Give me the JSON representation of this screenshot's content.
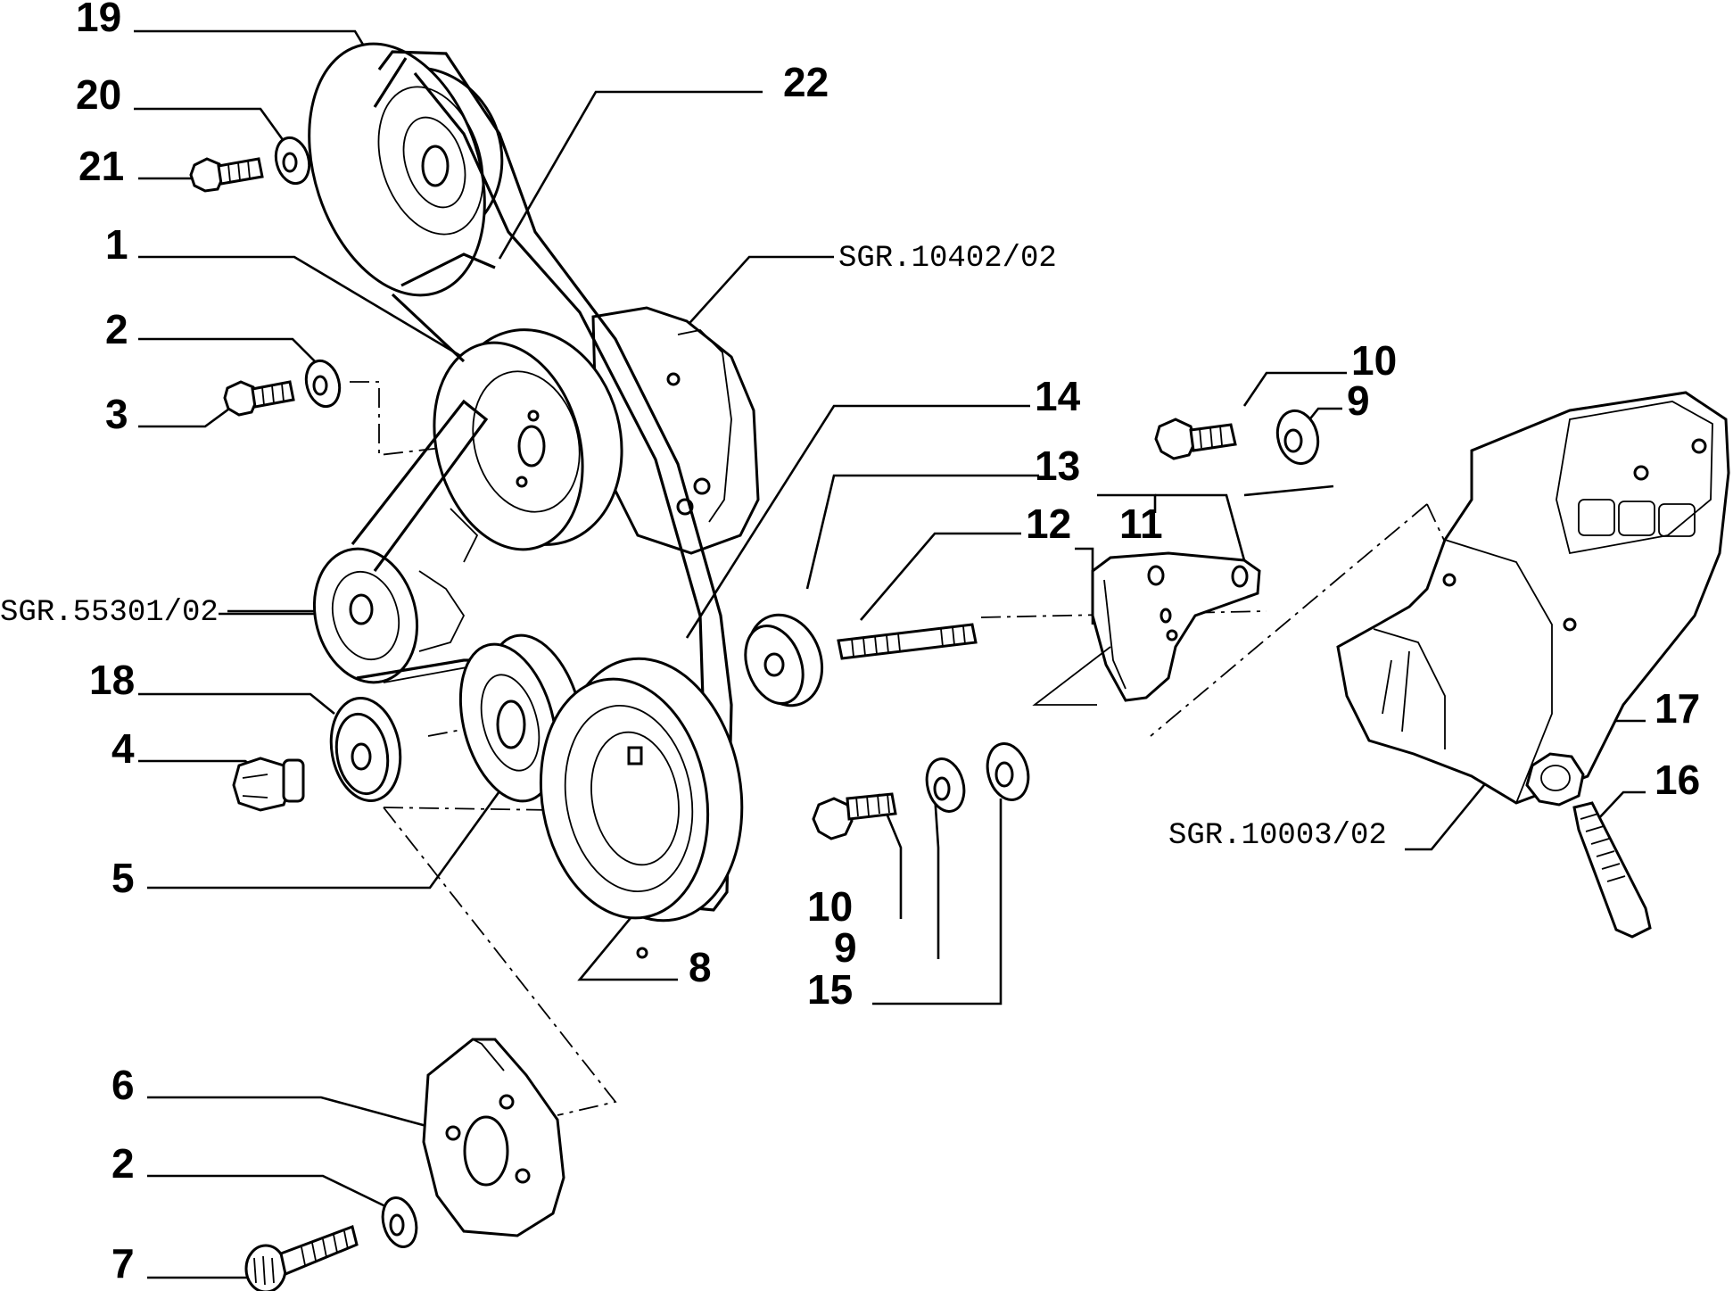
{
  "callouts": {
    "c19": "19",
    "c20": "20",
    "c21": "21",
    "c22": "22",
    "c1": "1",
    "c2a": "2",
    "c3": "3",
    "c14": "14",
    "c13": "13",
    "c12": "12",
    "c11": "11",
    "c10a": "10",
    "c9a": "9",
    "c18": "18",
    "c4": "4",
    "c5": "5",
    "c8": "8",
    "c10b": "10",
    "c9b": "9",
    "c15": "15",
    "c17": "17",
    "c16": "16",
    "c6": "6",
    "c2b": "2",
    "c7": "7"
  },
  "refs": {
    "sgr_10402": "SGR.10402/02",
    "sgr_55301": "SGR.55301/02",
    "sgr_10003": "SGR.10003/02"
  }
}
